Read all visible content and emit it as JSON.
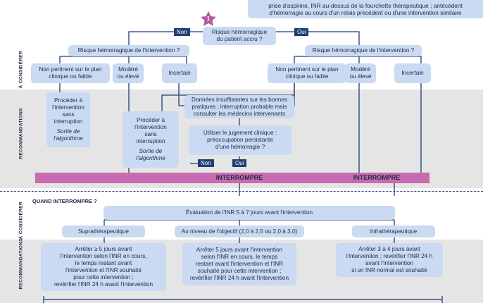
{
  "top": {
    "note_line1": "prise d'aspirine, INR au-dessus de la fourchette thérapeutique ; antécédent",
    "note_line2": "d'hémorragie au cours d'un relais précédent ou d'une intervention similaire"
  },
  "section1": {
    "consider_label": "À CONSIDÉRER",
    "reco_label": "RECOMMANDATIONS",
    "step_number": "1",
    "patient_risk": "Risque hémorragique\ndu patient accru ?",
    "no": "Non",
    "yes": "Oui",
    "left_question": "Risque hémorragique de l'intervention ?",
    "right_question": "Risque hémorragique de l'intervention ?",
    "left_options": [
      "Non pertinent sur le plan\nclinique ou faible",
      "Modéré\nou élevé",
      "Incertain"
    ],
    "right_options": [
      "Non pertinent sur le plan\nclinique ou faible",
      "Modéré\nou élevé",
      "Incertain"
    ],
    "proceed_left_text": "Procéder à\nl'intervention\nsans\ninterruption",
    "proceed_left_exit": "Sortie de\nl'algorithme",
    "proceed_mid_text": "Procéder à\nl'intervention\nsans\ninterruption",
    "proceed_mid_exit": "Sortie de\nl'algorithme",
    "insufficient_data": "Données insuffisantes sur les bonnes\npratiques ; interruption probable mais\nconsulter les médecins intervenants",
    "clinical_judgment": "Utiliser le jugement clinique :\npréoccupation persistante\nd'une hémorragie ?",
    "judgment_no": "Non",
    "judgment_yes": "Oui",
    "interrupt_left": "INTERROMPRE",
    "interrupt_right": "INTERROMPRE"
  },
  "section2": {
    "heading": "QUAND INTERROMPRE ?",
    "consider_label": "À CONSIDÉRER",
    "reco_label": "RECOMMANDATIONS",
    "inr_eval": "Évaluation de l'INR 5 à 7 jours avant l'intervention",
    "levels": [
      "Suprathérapeutique",
      "Au niveau de l'objectif (2,0 à 2,5 ou 2,0 à 3,0)",
      "Infrathérapeutique"
    ],
    "recos": [
      "Arrêter ≥ 5 jours avant\nl'intervention selon l'INR en cours,\nle temps restant avant\nl'intervention et l'INR souhaité\npour cette intervention ;\nrevérifier l'INR 24 h avant l'intervention",
      "Arrêter 5 jours avant l'intervention\nselon l'INR en cours, le temps\nrestant avant l'intervention et l'INR\nsouhaité pour cette intervention ;\nrevérifier l'INR 24 h avant l'intervention",
      "Arrêter 3 à 4 jours avant\nl'intervention ; revérifier l'INR 24 h\navant l'intervention\nsi un INR normal est souhaité"
    ]
  },
  "colors": {
    "consider_band": "#ffffff",
    "reco_band": "#e5e5e5",
    "box": "#c9daf2",
    "tag": "#1e3f74",
    "interrupt_bar": "#c86bb0",
    "star": "#b45aa0"
  }
}
